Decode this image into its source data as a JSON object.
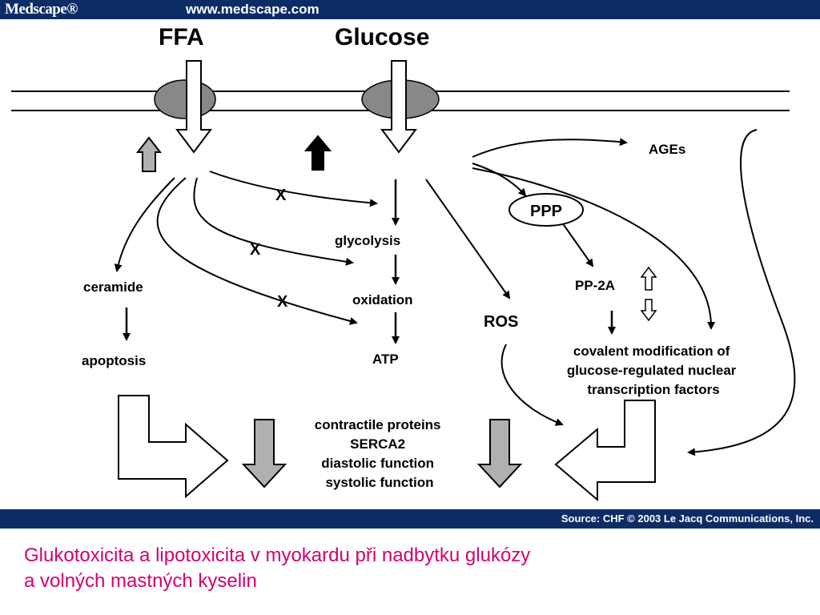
{
  "header": {
    "brand": "Medscape®",
    "url": "www.medscape.com"
  },
  "diagram": {
    "ffa": "FFA",
    "glucose": "Glucose",
    "ages": "AGEs",
    "ppp": "PPP",
    "pp2a": "PP-2A",
    "glycolysis": "glycolysis",
    "oxidation": "oxidation",
    "atp": "ATP",
    "ceramide": "ceramide",
    "apoptosis": "apoptosis",
    "ros": "ROS",
    "blocked_mark": "X",
    "transcription_lines": [
      "covalent modification of",
      "glucose-regulated nuclear",
      "transcription factors"
    ],
    "effects_lines": [
      "contractile proteins",
      "SERCA2",
      "diastolic function",
      "systolic function"
    ]
  },
  "footer": {
    "source": "Source: CHF © 2003 Le Jacq Communications, Inc."
  },
  "caption": {
    "line1": "Glukotoxicita a lipotoxicita v myokardu při nadbytku glukózy",
    "line2": "a volných mastných kyselin"
  },
  "colors": {
    "bar": "#0c2c66",
    "caption": "#d4006e",
    "transporter": "#888888",
    "gray_arrow": "#b0b0b0"
  }
}
